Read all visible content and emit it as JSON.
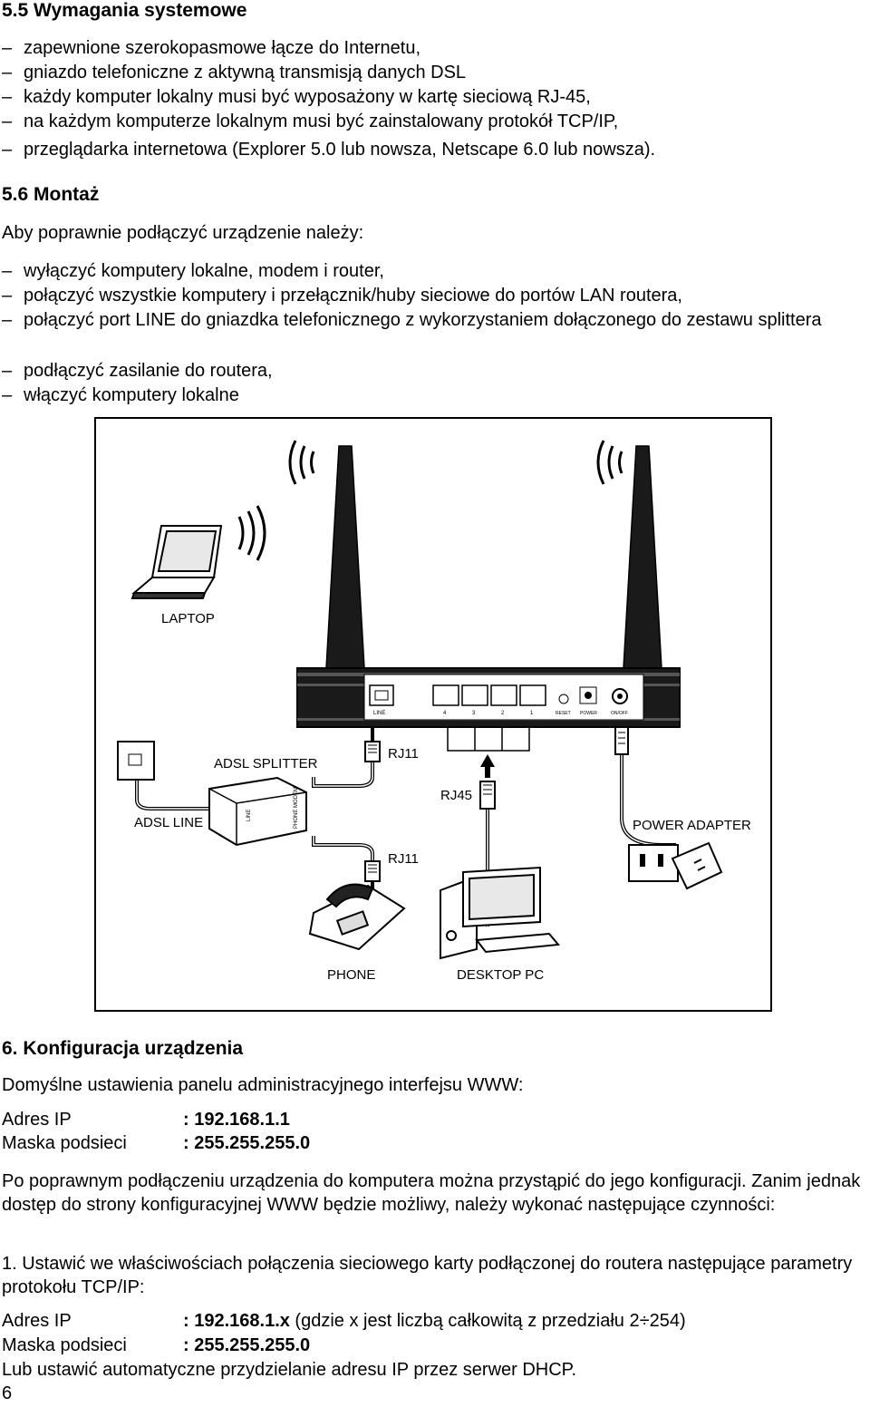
{
  "section_55": {
    "title": "5.5 Wymagania systemowe",
    "items": [
      "zapewnione szerokopasmowe łącze do Internetu,",
      "gniazdo telefoniczne z aktywną transmisją danych DSL",
      "każdy komputer lokalny musi być wyposażony w kartę sieciową RJ-45,",
      "na każdym komputerze lokalnym musi być zainstalowany protokół TCP/IP,",
      "przeglądarka internetowa (Explorer 5.0 lub nowsza, Netscape 6.0 lub nowsza)."
    ]
  },
  "section_56": {
    "title": "5.6 Montaż",
    "intro": "Aby poprawnie podłączyć urządzenie należy:",
    "items": [
      "wyłączyć komputery lokalne, modem i router,",
      "połączyć wszystkie komputery i przełącznik/huby sieciowe do portów LAN routera,",
      "połączyć port LINE do gniazdka telefonicznego z wykorzystaniem dołączonego do zestawu splittera",
      "podłączyć zasilanie do routera,",
      "włączyć komputery lokalne"
    ]
  },
  "dash": "–",
  "diagram": {
    "labels": {
      "laptop": "LAPTOP",
      "adsl_splitter": "ADSL SPLITTER",
      "adsl_line": "ADSL LINE",
      "rj11_top": "RJ11",
      "rj45": "RJ45",
      "rj11_bottom": "RJ11",
      "power_adapter": "POWER ADAPTER",
      "phone": "PHONE",
      "desktop_pc": "DESKTOP PC",
      "splitter_line": "LINE",
      "splitter_phone_modem": "PHONE MODEM",
      "port_line": "LINE",
      "port_4": "4",
      "port_3": "3",
      "port_2": "2",
      "port_1": "1",
      "reset": "RESET",
      "power": "POWER",
      "on_off": "ON/OFF"
    }
  },
  "section_6": {
    "title": "6. Konfiguracja urządzenia",
    "intro": "Domyślne ustawienia panelu administracyjnego interfejsu WWW:",
    "defaults": [
      {
        "key": "Adres IP",
        "value": ": 192.168.1.1"
      },
      {
        "key": "Maska podsieci",
        "value": ": 255.255.255.0"
      }
    ],
    "para1": "Po poprawnym podłączeniu urządzenia do komputera można przystąpić do jego konfiguracji. Zanim jednak dostęp do strony konfiguracyjnej WWW będzie możliwy, należy wykonać następujące czynności:",
    "para2": "1. Ustawić we właściwościach połączenia sieciowego karty podłączonej do routera następujące parametry protokołu TCP/IP:",
    "ip_label": "Adres IP",
    "ip_value": ": 192.168.1.x",
    "ip_note": " (gdzie x jest liczbą całkowitą z przedziału 2÷254)",
    "mask_label": "Maska podsieci",
    "mask_value": ": 255.255.255.0",
    "dhcp": "Lub ustawić automatyczne przydzielanie adresu IP przez serwer DHCP."
  },
  "page_number": "6"
}
